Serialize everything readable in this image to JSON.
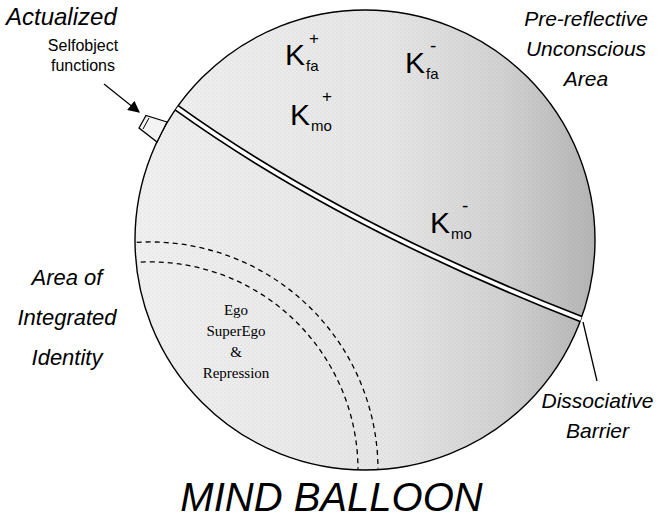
{
  "diagram": {
    "caption": "MIND BALLOON",
    "labels": [
      "Actualized",
      "Selfobject functions",
      "Pre-reflective Unconscious Area",
      "K",
      "fa",
      "+",
      "K",
      "fa",
      "-",
      "K",
      "mo",
      "+",
      "K",
      "mo",
      "-",
      "Area of Integrated Identity",
      "Ego SuperEgo & Repression",
      "Dissociative Barrier"
    ]
  }
}
